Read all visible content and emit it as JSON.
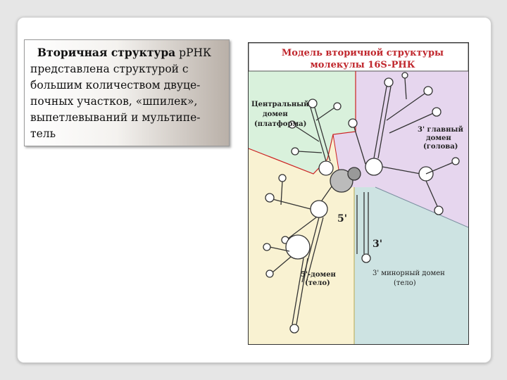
{
  "text_block": {
    "lines": [
      {
        "bold": "Вторичная структура",
        "rest": " рРНК"
      },
      {
        "bold": "",
        "rest": "представлена структурой с"
      },
      {
        "bold": "",
        "rest": "большим количеством двуце-"
      },
      {
        "bold": "",
        "rest": "почных участков, «шпилек»,"
      },
      {
        "bold": "",
        "rest": "выпетлевываний и мультипе-"
      },
      {
        "bold": "",
        "rest": "тель"
      }
    ]
  },
  "figure": {
    "title_line1": "Модель вторичной структуры",
    "title_line2": "молекулы 16S-РНК",
    "central_domain": [
      "Центральный",
      "домен",
      "(платформа)"
    ],
    "major_domain": [
      "3' главный",
      "домен",
      "(голова)"
    ],
    "five_prime_domain": [
      "5'-домен",
      "(тело)"
    ],
    "minor_domain": [
      "3' минорный домен",
      "(тело)"
    ],
    "end_5": "5'",
    "end_3": "3'",
    "colors": {
      "title_red": "#c0272d",
      "title_bg": "#ffffff",
      "central": "#d9f1dc",
      "major": "#e6d6ee",
      "five_prime": "#f9f2d2",
      "minor": "#cde3e2",
      "boundary_red": "#cc2222"
    }
  }
}
